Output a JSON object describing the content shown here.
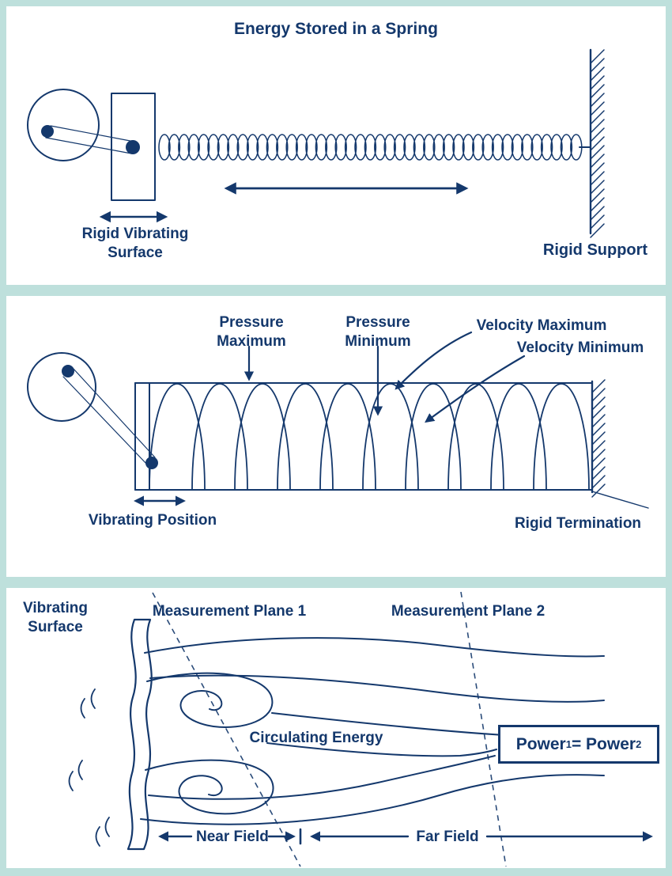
{
  "colors": {
    "background": "#bee0dc",
    "panel": "#ffffff",
    "ink": "#14386c"
  },
  "panel1": {
    "title": "Energy Stored in a Spring",
    "labels": {
      "vibrating_surface": "Rigid Vibrating Surface",
      "rigid_support": "Rigid Support"
    }
  },
  "panel2": {
    "labels": {
      "pressure_maximum": "Pressure Maximum",
      "pressure_minimum": "Pressure Minimum",
      "velocity_maximum": "Velocity Maximum",
      "velocity_minimum": "Velocity Minimum",
      "vibrating_position": "Vibrating Position",
      "rigid_termination": "Rigid Termination"
    }
  },
  "panel3": {
    "labels": {
      "vibrating_surface": "Vibrating Surface",
      "measurement_plane_1": "Measurement Plane 1",
      "measurement_plane_2": "Measurement Plane 2",
      "circulating_energy": "Circulating Energy",
      "near_field": "Near Field",
      "far_field": "Far Field"
    },
    "power": {
      "base1": "Power",
      "sub1": "1",
      "mid": "= Power",
      "sub2": "2"
    }
  }
}
